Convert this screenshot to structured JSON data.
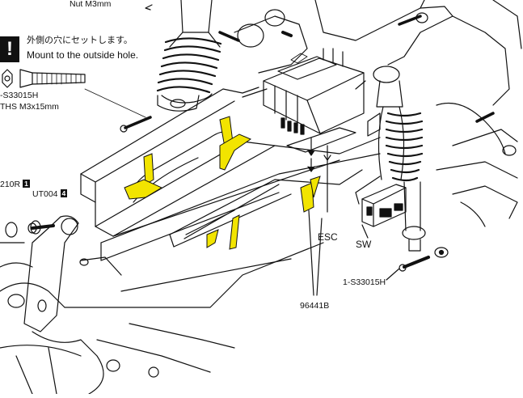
{
  "top_label": "Nut M3mm",
  "note": {
    "icon": "exclamation-icon",
    "jp": "外側の穴にセットします。",
    "en": "Mount to the outside hole."
  },
  "screw_left": {
    "code": "-S33015H",
    "spec": "THS M3x15mm"
  },
  "parts": {
    "part_210r": {
      "code": "210R",
      "badge": "1"
    },
    "part_ut004": {
      "code": "UT004",
      "badge": "4"
    },
    "esc": "ESC",
    "sw": "SW",
    "screw_right": "1-S33015H",
    "part_96441b": "96441B"
  },
  "colors": {
    "highlight": "#f2e400",
    "line": "#111111",
    "background": "#ffffff"
  }
}
